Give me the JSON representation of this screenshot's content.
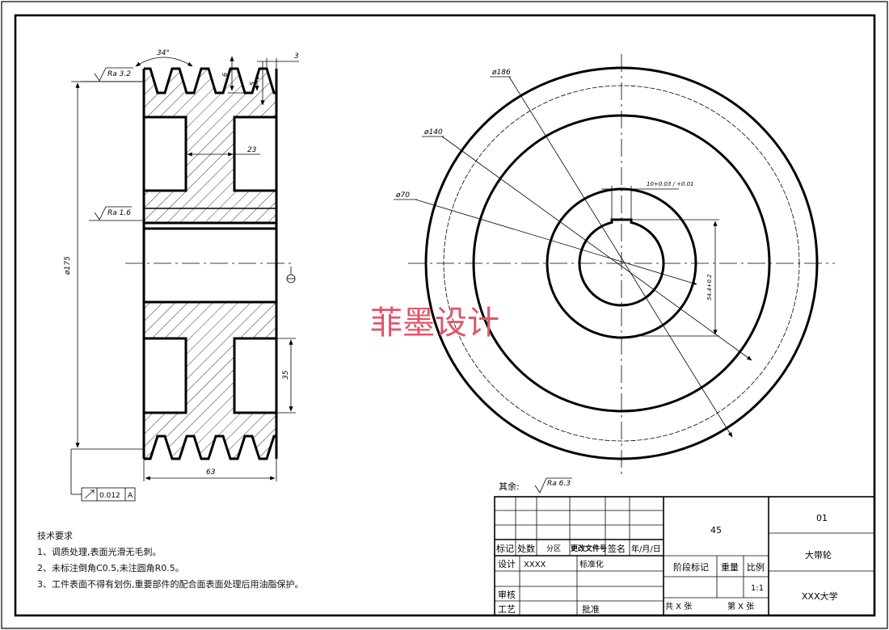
{
  "watermark": "菲墨设计",
  "side_view": {
    "angle": "34°",
    "depth": "6",
    "top_width": "3",
    "small_dim": "5",
    "hub_dim": "23",
    "roughness_top": "Ra 3.2",
    "roughness_bore": "Ra 1.6",
    "diameter": "ø175",
    "hub_height": "35",
    "width": "63",
    "runout": "0.012",
    "datum": "A"
  },
  "front_view": {
    "d186": "ø186",
    "d140": "ø140",
    "d70": "ø70",
    "keyway_width": "10+0.03 / +0.01",
    "keyway_depth": "54.4+0.2",
    "roughness_rest_label": "其余:",
    "roughness_rest": "Ra 6.3"
  },
  "technical_requirements": {
    "title": "技术要求",
    "items": [
      "1、调质处理,表面光滑无毛刺。",
      "2、未标注倒角C0.5,未注圆角R0.5。",
      "3、工件表面不得有划伤,重要部件的配合面表面处理后用油脂保护。"
    ]
  },
  "title_block": {
    "mark": "标记",
    "count": "处数",
    "zone": "分区",
    "change_doc": "更改文件号",
    "signature": "签名",
    "date": "年/月/日",
    "design": "设计",
    "designer": "XXXX",
    "standardize": "标准化",
    "review": "审核",
    "process": "工艺",
    "approve": "批准",
    "material": "45",
    "stage_mark": "阶段标记",
    "weight": "重量",
    "scale_label": "比例",
    "scale": "1:1",
    "total_sheets": "共 X 张",
    "sheet_no": "第 X 张",
    "drawing_no": "01",
    "part_name": "大带轮",
    "company": "XXX大学"
  }
}
